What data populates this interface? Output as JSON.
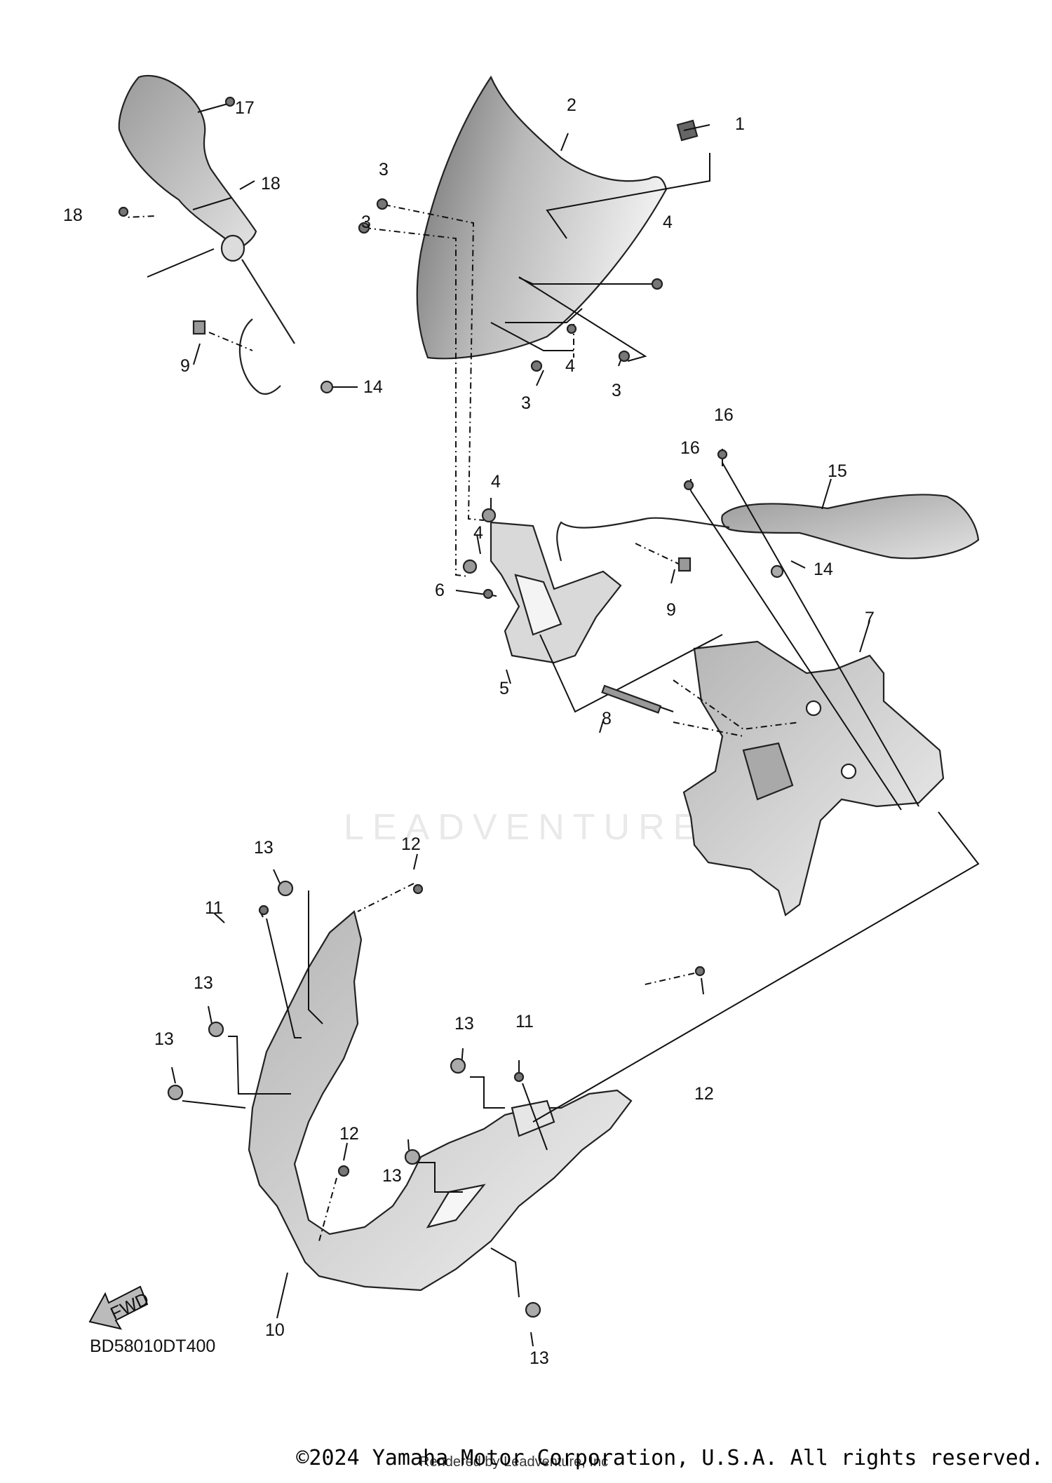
{
  "diagram_code": "BD58010DT400",
  "fwd_label": "FWD",
  "copyright": "©2024 Yamaha Motor Corporation, U.S.A. All rights reserved.",
  "rendered_by": "Rendered by Leadventure, Inc",
  "watermark": "LEADVENTURE",
  "callouts": [
    {
      "id": "c1",
      "label": "1"
    },
    {
      "id": "c2",
      "label": "2"
    },
    {
      "id": "c3a",
      "label": "3"
    },
    {
      "id": "c3b",
      "label": "3"
    },
    {
      "id": "c3c",
      "label": "3"
    },
    {
      "id": "c3d",
      "label": "3"
    },
    {
      "id": "c4a",
      "label": "4"
    },
    {
      "id": "c4b",
      "label": "4"
    },
    {
      "id": "c4c",
      "label": "4"
    },
    {
      "id": "c4d",
      "label": "4"
    },
    {
      "id": "c5",
      "label": "5"
    },
    {
      "id": "c6",
      "label": "6"
    },
    {
      "id": "c7",
      "label": "7"
    },
    {
      "id": "c8",
      "label": "8"
    },
    {
      "id": "c9a",
      "label": "9"
    },
    {
      "id": "c9b",
      "label": "9"
    },
    {
      "id": "c10",
      "label": "10"
    },
    {
      "id": "c11a",
      "label": "11"
    },
    {
      "id": "c11b",
      "label": "11"
    },
    {
      "id": "c12a",
      "label": "12"
    },
    {
      "id": "c12b",
      "label": "12"
    },
    {
      "id": "c12c",
      "label": "12"
    },
    {
      "id": "c13a",
      "label": "13"
    },
    {
      "id": "c13b",
      "label": "13"
    },
    {
      "id": "c13c",
      "label": "13"
    },
    {
      "id": "c13d",
      "label": "13"
    },
    {
      "id": "c13e",
      "label": "13"
    },
    {
      "id": "c13f",
      "label": "13"
    },
    {
      "id": "c14a",
      "label": "14"
    },
    {
      "id": "c14b",
      "label": "14"
    },
    {
      "id": "c15",
      "label": "15"
    },
    {
      "id": "c16a",
      "label": "16"
    },
    {
      "id": "c16b",
      "label": "16"
    },
    {
      "id": "c17",
      "label": "17"
    },
    {
      "id": "c18a",
      "label": "18"
    },
    {
      "id": "c18b",
      "label": "18"
    }
  ]
}
